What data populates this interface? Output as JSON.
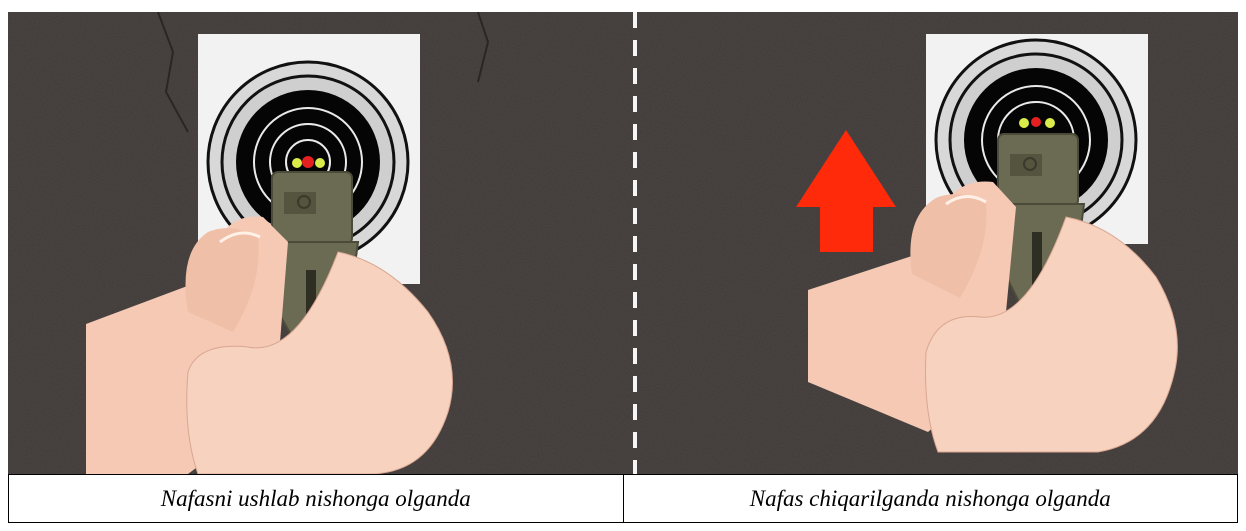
{
  "captions": {
    "left": "Nafasni ushlab nishonga olganda",
    "right": "Nafas chiqarilganda nishonga olganda"
  },
  "illustration": {
    "left_panel": "pistol aim with front sight centered on bullseye",
    "right_panel": "pistol aim with upward red arrow, sight above bullseye",
    "colors": {
      "wall": "#3e3937",
      "target_paper": "#f2f2f2",
      "target_black": "#050505",
      "bullseye": "#e52020",
      "sight_dot": "#d9ec4a",
      "pistol": "#6b6a52",
      "skin": "#f5c9b3",
      "arrow": "#ff2a0a",
      "divider": "#ffffff"
    }
  }
}
